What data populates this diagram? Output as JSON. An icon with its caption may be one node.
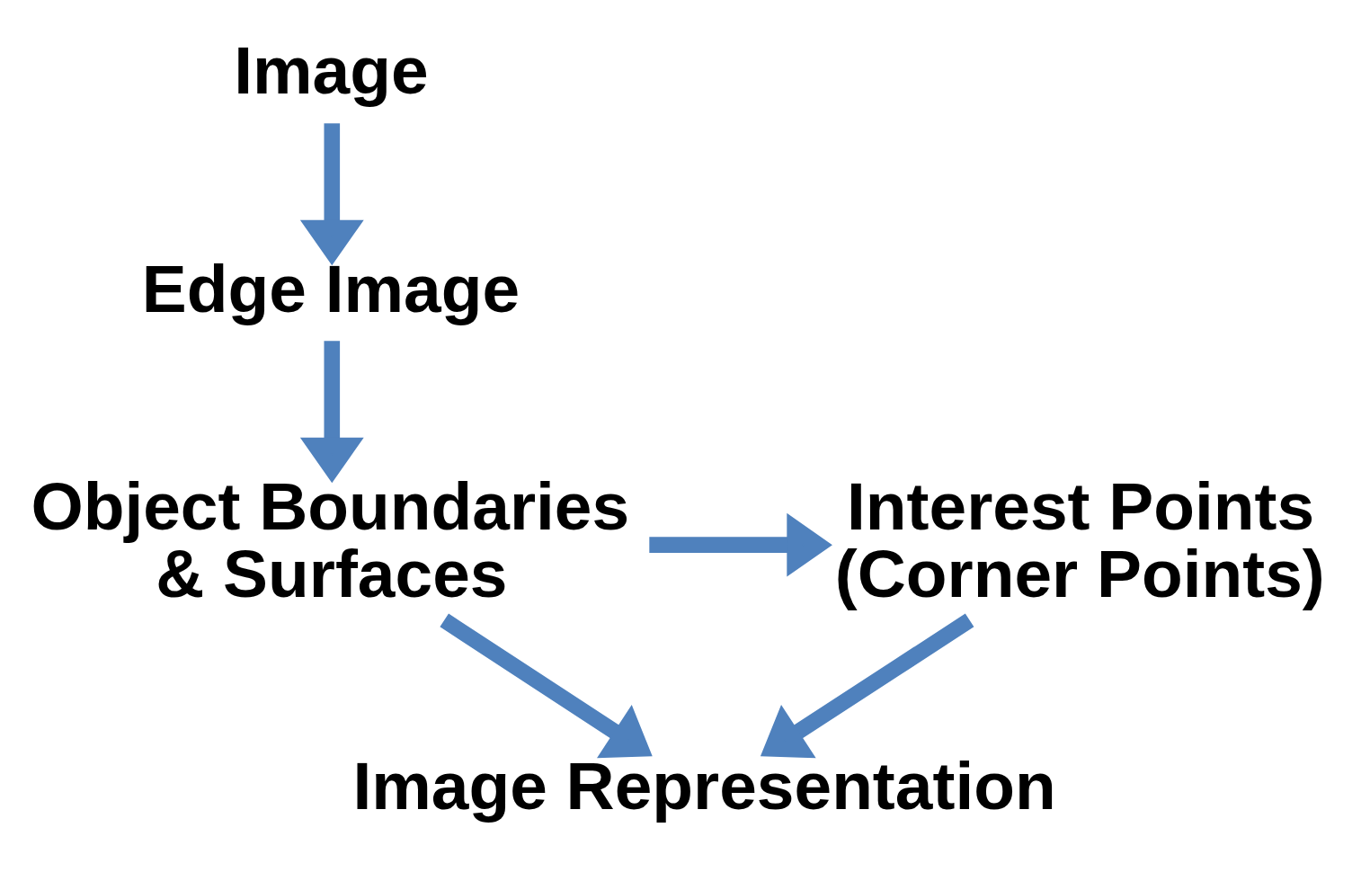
{
  "diagram": {
    "nodes": [
      {
        "text": [
          "Image"
        ]
      },
      {
        "text": [
          "Edge Image"
        ]
      },
      {
        "text": [
          "Object Boundaries & Surfaces"
        ]
      },
      {
        "text": [
          "Interest Points (Corner Points)"
        ]
      },
      {
        "text": [
          "Image Representation"
        ]
      }
    ],
    "edges": [
      {
        "from": 0,
        "to": 1,
        "arrow": "to"
      },
      {
        "from": 1,
        "to": 2,
        "arrow": "to"
      },
      {
        "from": 2,
        "to": 3,
        "arrow": "to"
      },
      {
        "from": 2,
        "to": 4,
        "arrow": "to"
      },
      {
        "from": 3,
        "to": 4,
        "arrow": "to"
      }
    ]
  }
}
